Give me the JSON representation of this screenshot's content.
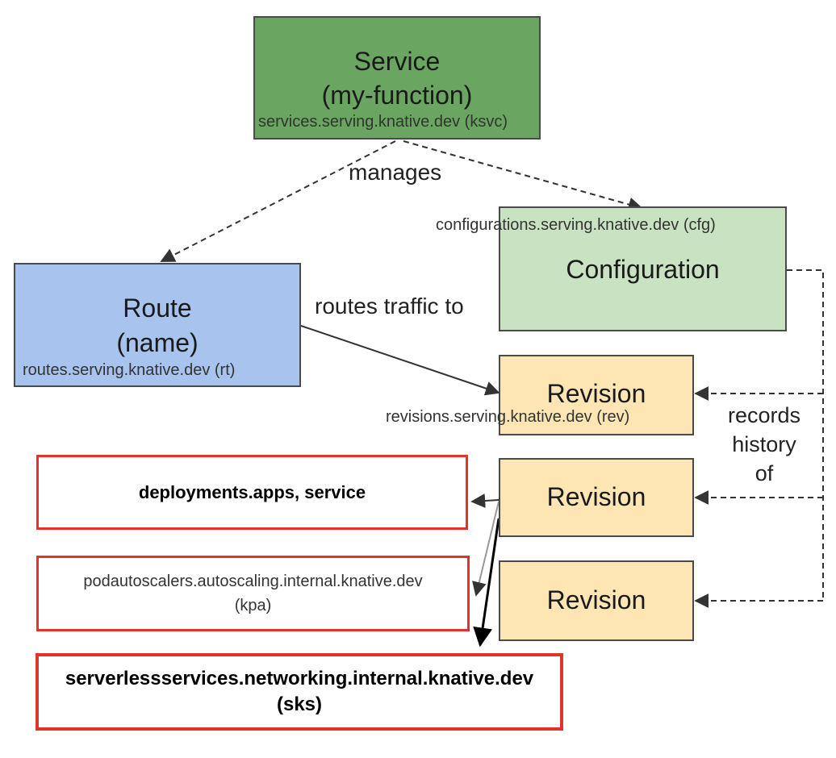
{
  "colors": {
    "service_fill": "#6aa661",
    "route_fill": "#a8c4ee",
    "configuration_fill": "#c9e2c2",
    "revision_fill": "#fde6b4",
    "red_border": "#e2332b",
    "line": "#333333"
  },
  "service": {
    "title": "Service",
    "name": "(my-function)",
    "crd": "services.serving.knative.dev (ksvc)"
  },
  "route": {
    "title": "Route",
    "name": "(name)",
    "crd": "routes.serving.knative.dev (rt)"
  },
  "configuration": {
    "crd": "configurations.serving.knative.dev (cfg)",
    "title": "Configuration"
  },
  "revisions": [
    {
      "title": "Revision",
      "crd": "revisions.serving.knative.dev (rev)"
    },
    {
      "title": "Revision"
    },
    {
      "title": "Revision"
    }
  ],
  "edges": {
    "manages": "manages",
    "routes_traffic": "routes traffic to",
    "records_history": [
      "records",
      "history",
      "of"
    ]
  },
  "children": {
    "deployments": "deployments.apps, service",
    "kpa_line1": "podautoscalers.autoscaling.internal.knative.dev",
    "kpa_line2": "(kpa)",
    "sks_line1": "serverlessservices.networking.internal.knative.dev",
    "sks_line2": "(sks)"
  }
}
